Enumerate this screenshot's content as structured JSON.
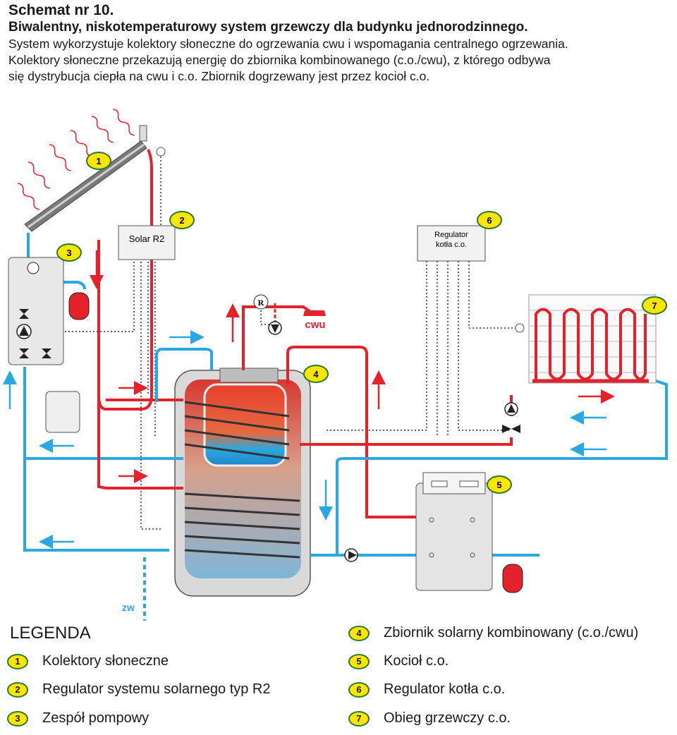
{
  "header": {
    "title": "Schemat nr 10.",
    "subtitle": "Biwalentny, niskotemperaturowy system grzewczy dla budynku jednorodzinnego.",
    "description_lines": [
      "System wykorzystuje kolektory słoneczne do ogrzewania cwu i wspomagania centralnego ogrzewania.",
      "Kolektory słoneczne przekazują energię do zbiornika kombinowanego (c.o./cwu), z którego odbywa",
      "się dystrybucja ciepła na cwu i c.o. Zbiornik dogrzewany jest przez kocioł c.o."
    ]
  },
  "diagram": {
    "solar_controller_label": "Solar R2",
    "boiler_controller_label_lines": [
      "Regulator",
      "kotła c.o."
    ],
    "hot_water_label": "cwu",
    "cold_water_label": "zw",
    "sensor_label": "R",
    "badges": [
      "1",
      "2",
      "3",
      "4",
      "5",
      "6",
      "7"
    ]
  },
  "legend": {
    "title": "LEGENDA",
    "items": [
      {
        "num": "1",
        "label": "Kolektory słoneczne"
      },
      {
        "num": "2",
        "label": "Regulator systemu solarnego typ R2"
      },
      {
        "num": "3",
        "label": "Zespół pompowy"
      },
      {
        "num": "4",
        "label": "Zbiornik solarny kombinowany (c.o./cwu)"
      },
      {
        "num": "5",
        "label": "Kocioł c.o."
      },
      {
        "num": "6",
        "label": "Regulator kotła c.o."
      },
      {
        "num": "7",
        "label": "Obieg grzewczy c.o."
      }
    ]
  },
  "colors": {
    "hot_pipe": "#e3222b",
    "cold_pipe": "#2aa8df",
    "badge_fill": "#ffe600",
    "badge_border": "#2a7a2a",
    "tank_body": "#d9d9d9",
    "control_wire": "#333333"
  }
}
